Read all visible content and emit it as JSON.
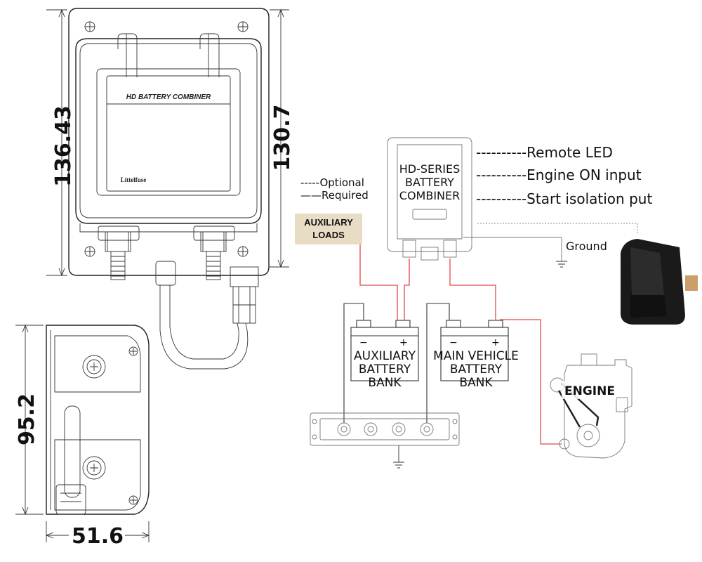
{
  "device_label": {
    "title": "HD BATTERY COMBINER",
    "brand": "Littelfuse"
  },
  "dimensions": {
    "overall_height": "136.43",
    "body_height": "130.7",
    "side_height": "95.2",
    "side_width": "51.6"
  },
  "legend": {
    "optional": "-----Optional",
    "required": "——Required"
  },
  "combiner": {
    "line1": "HD-SERIES",
    "line2": "BATTERY",
    "line3": "COMBINER"
  },
  "connections": {
    "remote_led": "----------Remote LED",
    "engine_on": "----------Engine ON input",
    "start_isolation": "----------Start isolation put",
    "ground": "Ground"
  },
  "aux_loads": {
    "line1": "AUXILIARY",
    "line2": "LOADS",
    "color": "#e8dcc4"
  },
  "aux_battery": {
    "line1": "AUXILIARY",
    "line2": "BATTERY",
    "line3": "BANK"
  },
  "main_battery": {
    "line1": "MAIN VEHICLE",
    "line2": "BATTERY",
    "line3": "BANK"
  },
  "engine": {
    "label": "ENGINE"
  },
  "terminal_marks": {
    "minus": "−",
    "plus": "+"
  },
  "colors": {
    "positive_wire": "#e04848",
    "outline": "#222222"
  }
}
